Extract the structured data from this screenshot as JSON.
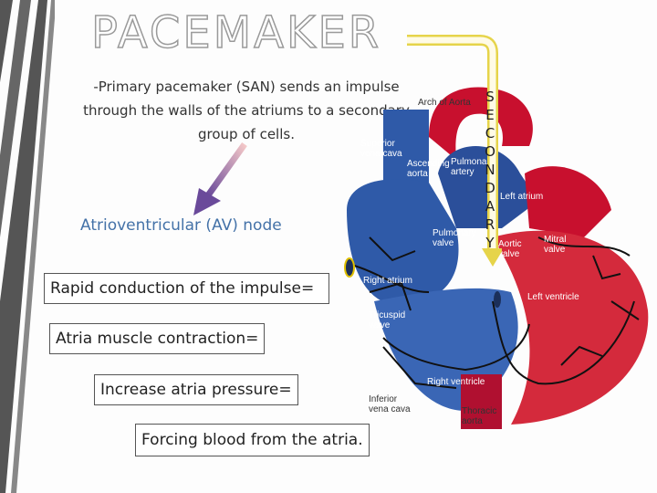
{
  "slide": {
    "title": "PACEMAKER",
    "intro": "-Primary pacemaker (SAN) sends an impulse through the walls of the atriums to a secondary group of cells.",
    "av_node": "Atrioventricular (AV) node",
    "steps": [
      "Rapid conduction of the impulse=",
      "Atria muscle contraction=",
      "Increase atria pressure=",
      "Forcing blood from the atria."
    ],
    "vertical_word": [
      "S",
      "E",
      "C",
      "O",
      "N",
      "D",
      "A",
      "R",
      "Y"
    ]
  },
  "heart_labels": {
    "arch_of_aorta": "Arch of Aorta",
    "superior_vena_cava": "Superior vena cava",
    "ascending_aorta": "Ascending aorta",
    "pulmonary_artery": "Pulmonary artery",
    "left_atrium": "Left atrium",
    "pulmonary_valve": "Pulmonary valve",
    "aortic_valve": "Aortic valve",
    "mitral_valve": "Mitral valve",
    "right_atrium": "Right atrium",
    "left_ventricle": "Left ventricle",
    "tricuspid_valve": "Tricuspid valve",
    "right_ventricle": "Right ventricle",
    "inferior_vena_cava": "Inferior vena cava",
    "thoracic_aorta": "Thoracic aorta"
  },
  "colors": {
    "title_stroke": "#9a9a9a",
    "av_text": "#4472a8",
    "arrow": "#e6d44a",
    "pointer_arrow": "#7a5a9a"
  }
}
